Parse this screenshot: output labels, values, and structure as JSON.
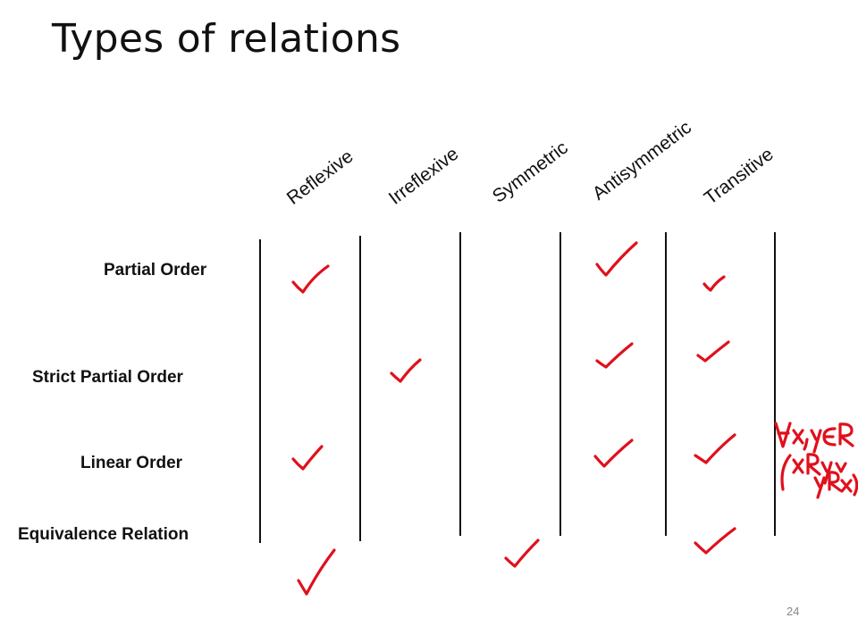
{
  "slide": {
    "title": "Types of relations",
    "page_number": "24"
  },
  "columns": [
    "Reflexive",
    "Irreflexive",
    "Symmetric",
    "Antisymmetric",
    "Transitive"
  ],
  "rows": [
    "Partial Order",
    "Strict Partial Order",
    "Linear Order",
    "Equivalence Relation"
  ],
  "handwriting": {
    "note_line1": "∀x,y∈R",
    "note_line2": "(xRy v",
    "note_line3": "yRx)"
  },
  "colors": {
    "ink": "#e0101c",
    "text": "#111111"
  }
}
